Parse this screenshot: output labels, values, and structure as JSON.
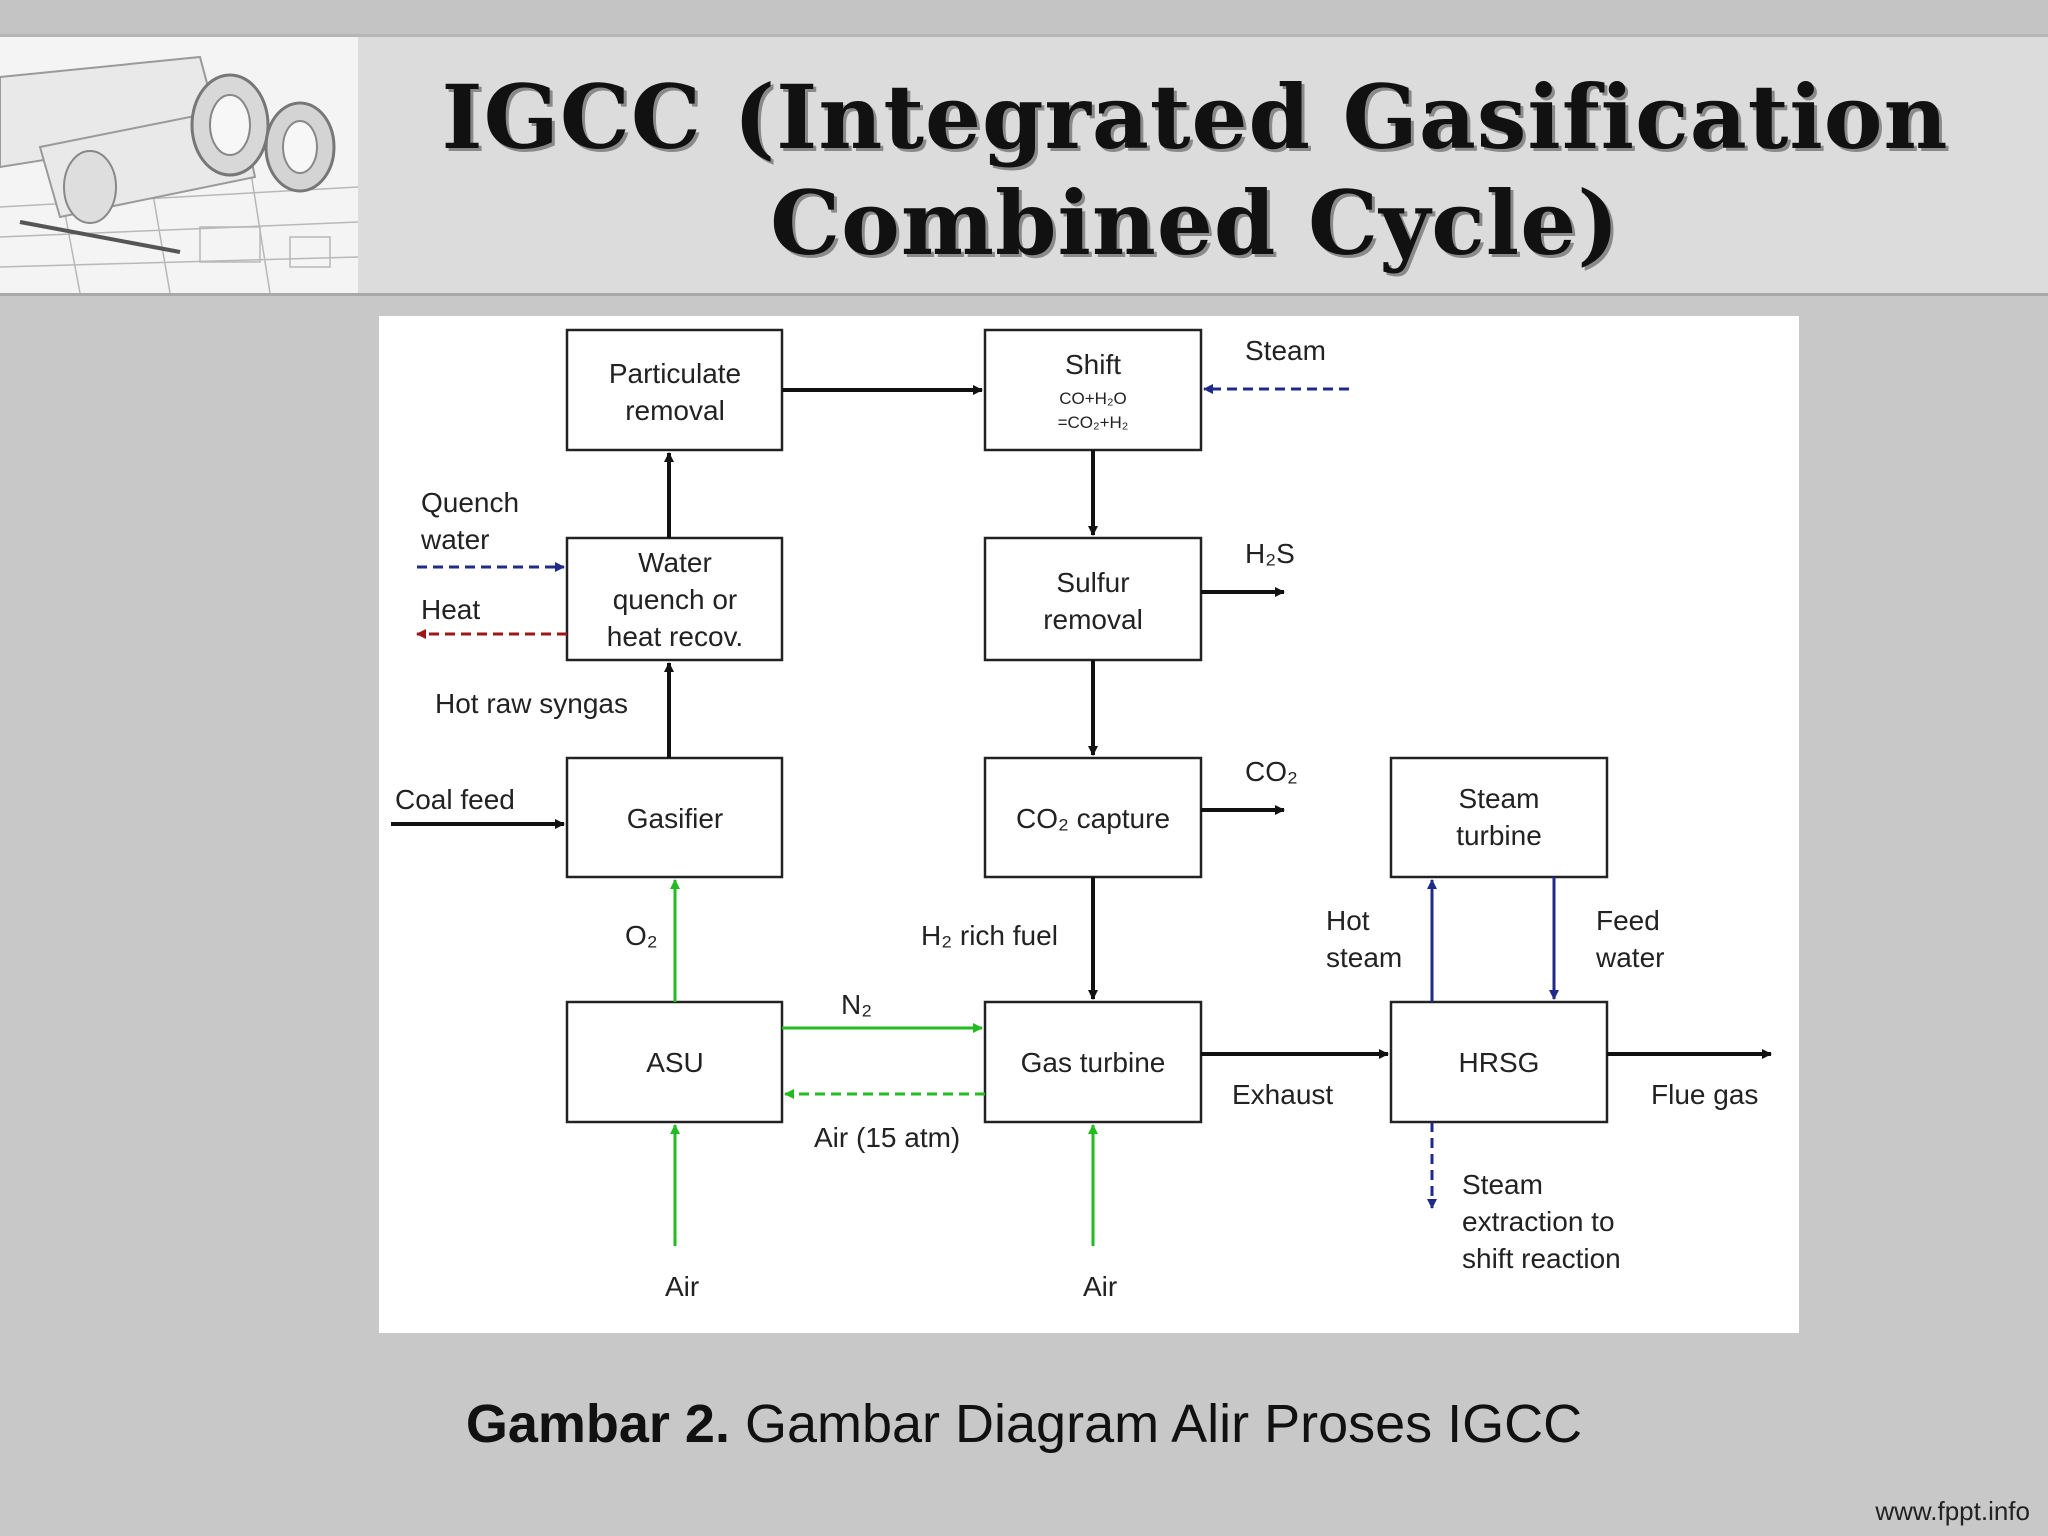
{
  "slide": {
    "title_line1": "IGCC (Integrated Gasification",
    "title_line2": "Combined Cycle)",
    "caption_bold": "Gambar 2.",
    "caption_text": " Gambar Diagram Alir Proses IGCC",
    "footer": "www.fppt.info"
  },
  "diagram": {
    "boxes": {
      "particulate": [
        "Particulate",
        "removal"
      ],
      "shift": "Shift",
      "shift_eq1": "CO+H₂O",
      "shift_eq2": "=CO₂+H₂",
      "water_quench": [
        "Water",
        "quench or",
        "heat recov."
      ],
      "sulfur": [
        "Sulfur",
        "removal"
      ],
      "gasifier": "Gasifier",
      "co2_capture": "CO₂ capture",
      "steam_turbine": [
        "Steam",
        "turbine"
      ],
      "asu": "ASU",
      "gas_turbine": "Gas turbine",
      "hrsg": "HRSG"
    },
    "labels": {
      "steam": "Steam",
      "quench_water": [
        "Quench",
        "water"
      ],
      "heat": "Heat",
      "h2s": "H₂S",
      "hot_raw_syngas": "Hot raw syngas",
      "coal_feed": "Coal feed",
      "co2": "CO₂",
      "o2": "O₂",
      "h2_rich_fuel": "H₂ rich fuel",
      "hot_steam": [
        "Hot",
        "steam"
      ],
      "feed_water": [
        "Feed",
        "water"
      ],
      "n2": "N₂",
      "exhaust": "Exhaust",
      "flue_gas": "Flue gas",
      "air_15atm": "Air (15 atm)",
      "steam_extraction": [
        "Steam",
        "extraction to",
        "shift reaction"
      ],
      "air_left": "Air",
      "air_right": "Air"
    },
    "colors": {
      "black": "#111111",
      "navy": "#1f2a8a",
      "red": "#a01515",
      "green": "#22bb22"
    }
  }
}
